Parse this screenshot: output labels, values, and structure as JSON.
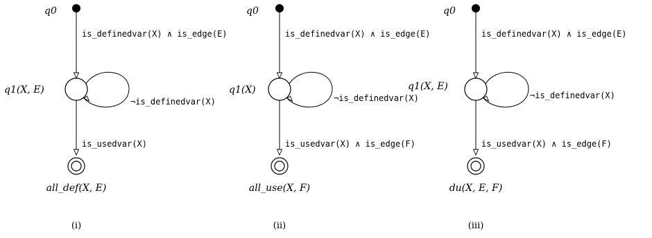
{
  "diagrams": [
    {
      "caption": "(i)",
      "start_label": "q0",
      "state_label": "q1(X, E)",
      "final_label": "all_def(X, E)",
      "edge_start": "is_definedvar(X) ∧ is_edge(E)",
      "edge_loop": "¬is_definedvar(X)",
      "edge_final": "is_usedvar(X)"
    },
    {
      "caption": "(ii)",
      "start_label": "q0",
      "state_label": "q1(X)",
      "final_label": "all_use(X, F)",
      "edge_start": "is_definedvar(X) ∧ is_edge(E)",
      "edge_loop": "¬is_definedvar(X)",
      "edge_final": "is_usedvar(X) ∧ is_edge(F)"
    },
    {
      "caption": "(iii)",
      "start_label": "q0",
      "state_label": "q1(X, E)",
      "final_label": "du(X, E, F)",
      "edge_start": "is_definedvar(X) ∧ is_edge(E)",
      "edge_loop": "¬is_definedvar(X)",
      "edge_final": "is_usedvar(X) ∧ is_edge(F)"
    }
  ]
}
